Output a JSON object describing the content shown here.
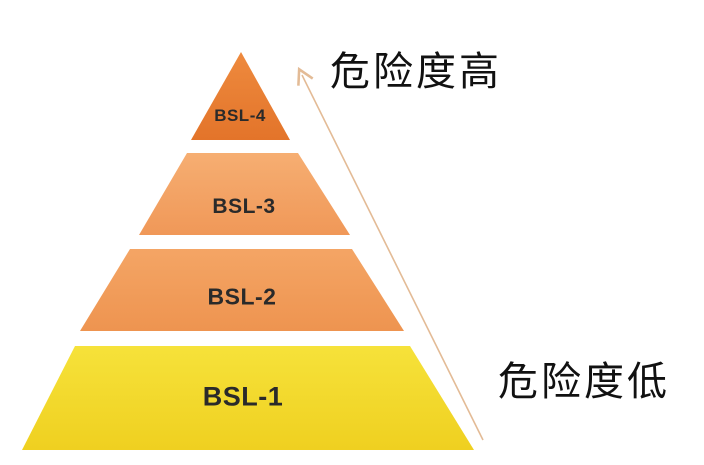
{
  "tiers": [
    {
      "label": "BSL-4",
      "color": "#E87A2E"
    },
    {
      "label": "BSL-3",
      "color": "#F29B5E"
    },
    {
      "label": "BSL-2",
      "color": "#F29A58"
    },
    {
      "label": "BSL-1",
      "color": "#F2DA2C"
    }
  ],
  "risk": {
    "high": "危险度高",
    "low": "危险度低"
  },
  "arrow_color": "#E3BB96"
}
